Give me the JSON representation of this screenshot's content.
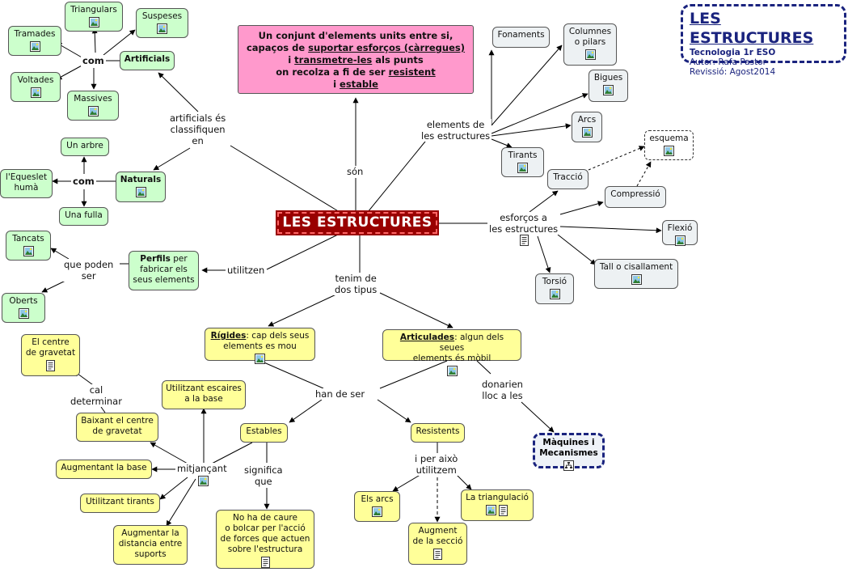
{
  "header": {
    "title": "LES ESTRUCTURES",
    "subtitle": "Tecnologia 1r ESO",
    "author": "Autor: Rafa Pastor",
    "revision": "Revissió: Agost2014"
  },
  "center": {
    "label": "LES ESTRUCTURES"
  },
  "definition": {
    "line1": "Un conjunt d'elements units entre si,",
    "line2_pre": "capaços de ",
    "line2_u": "suportar esforços (càrregues)",
    "line3_pre": "i ",
    "line3_u": "transmetre-les",
    "line3_post": " als punts",
    "line4_pre": "on recolza a fi de ser ",
    "line4_u": "resistent",
    "line5_pre": "i ",
    "line5_u": "estable"
  },
  "links": {
    "son": "són",
    "artificials_classifiquen": [
      "artificials és",
      "classifiquen",
      "en"
    ],
    "elements_de": [
      "elements de",
      "les estructures"
    ],
    "esforcos_a": [
      "esforços a",
      "les estructures"
    ],
    "utilitzen": "utilitzen",
    "que_poden_ser": [
      "que poden",
      "ser"
    ],
    "tenim_dos_tipus": [
      "tenim de",
      "dos tipus"
    ],
    "com_artificials": "com",
    "com_naturals": "com",
    "han_de_ser": "han de ser",
    "donarien": [
      "donarien",
      "lloc a les"
    ],
    "cal_determinar": [
      "cal",
      "determinar"
    ],
    "mitjancant": "mitjançant",
    "significa_que": [
      "significa",
      "que"
    ],
    "i_per_aixo": [
      "i per això",
      "utilitzem"
    ]
  },
  "artificials": {
    "label": "Artificials",
    "types": {
      "triangulars": "Triangulars",
      "suspeses": "Suspeses",
      "tramades": "Tramades",
      "voltades": "Voltades",
      "massives": "Massives"
    }
  },
  "naturals": {
    "label": "Naturals",
    "types": {
      "arbre": "Un arbre",
      "esquelet": [
        "l'Equeslet",
        "humà"
      ],
      "fulla": "Una fulla"
    }
  },
  "perfils": {
    "bold": "Perfils",
    "rest1": " per",
    "rest2": "fabricar els",
    "rest3": "seus elements"
  },
  "perfil_types": {
    "tancats": "Tancats",
    "oberts": "Oberts"
  },
  "elements": {
    "fonaments": "Fonaments",
    "columnes": [
      "Columnes",
      "o pilars"
    ],
    "bigues": "Bigues",
    "arcs": "Arcs",
    "tirants": "Tirants"
  },
  "esforcos": {
    "traccio": "Tracció",
    "compressio": "Compressió",
    "esquema": "esquema",
    "flexio": "Flexió",
    "torsio": "Torsió",
    "tall": "Tall o cisallament"
  },
  "rigides": {
    "bold": "Rígides",
    "rest1": ": cap dels seus",
    "rest2": "elements es mou"
  },
  "articulades": {
    "bold": "Articulades",
    "rest1": ": algun dels seues",
    "rest2": "elements és mòbil"
  },
  "machines": [
    "Màquines i",
    "Mecanismes"
  ],
  "estables": "Estables",
  "resistents": "Resistents",
  "estabilitat": {
    "centre_gravetat": [
      "El centre",
      "de gravetat"
    ],
    "escaires": [
      "Utilitzant escaires",
      "a la base"
    ],
    "baixant": [
      "Baixant el centre",
      "de gravetat"
    ],
    "base": "Augmentant la base",
    "tirants": "Utilitzant tirants",
    "distancia": [
      "Augmentar la",
      "distancia entre",
      "suports"
    ],
    "no_caure": [
      "No ha de caure",
      "o bolcar per l'acció",
      "de forces que actuen",
      "sobre l'estructura"
    ]
  },
  "resistencia": {
    "arcs": "Els arcs",
    "triangulacio": "La triangulació",
    "augment": [
      "Augment",
      "de la secció"
    ]
  },
  "icons": {
    "image": "image-icon",
    "document": "document-icon",
    "concept_map": "concept-map-icon"
  },
  "colors": {
    "central_bg": "#990000",
    "definition_bg": "#ff99cc",
    "natural_artificial": "#ccffcc",
    "elements_forces": "#edf1f3",
    "types": "#ffff99",
    "title": "#1a237e"
  }
}
